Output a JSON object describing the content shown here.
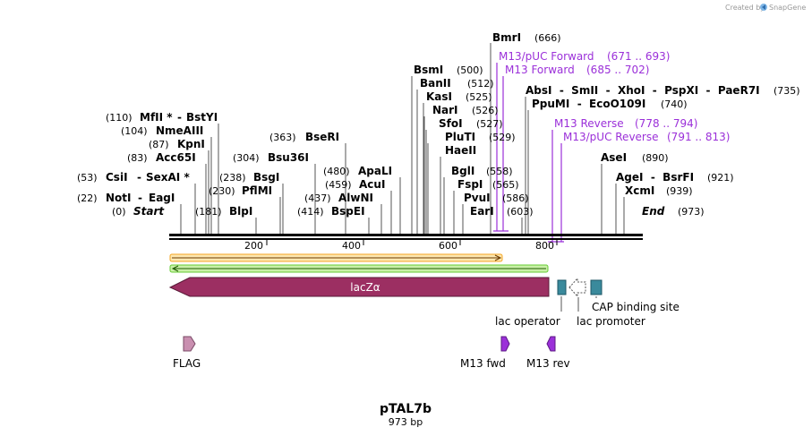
{
  "credit": "Created by",
  "brand": "SnapGene",
  "title": "pTAL7b",
  "length_label": "973 bp",
  "scale_ticks": [
    "200",
    "400",
    "600",
    "800"
  ],
  "start_label": {
    "num": "(0)",
    "name": "Start"
  },
  "end_label": {
    "name": "End",
    "num": "(973)"
  },
  "sites_left": [
    {
      "num": "(110)",
      "name": "MfII *",
      "sep": "-",
      "name2": "BstYI"
    },
    {
      "num": "(104)",
      "name": "NmeAIII"
    },
    {
      "num": "(87)",
      "name": "KpnI"
    },
    {
      "num": "(83)",
      "name": "Acc65I"
    },
    {
      "num": "(53)",
      "name": "CsiI",
      "sep": "-",
      "name2": "SexAI *"
    },
    {
      "num": "(22)",
      "name": "NotI",
      "sep": "-",
      "name2": "EagI"
    }
  ],
  "sites_mid": [
    {
      "num": "(363)",
      "name": "BseRI"
    },
    {
      "num": "(304)",
      "name": "Bsu36I"
    },
    {
      "num": "(238)",
      "name": "BsgI"
    },
    {
      "num": "(230)",
      "name": "PflMI"
    },
    {
      "num": "(181)",
      "name": "BlpI"
    },
    {
      "num": "(480)",
      "name": "ApaLI"
    },
    {
      "num": "(459)",
      "name": "AcuI"
    },
    {
      "num": "(437)",
      "name": "AlwNI"
    },
    {
      "num": "(414)",
      "name": "BspEI"
    }
  ],
  "sites_top": [
    {
      "name": "BmrI",
      "num": "(666)"
    },
    {
      "name": "BsmI",
      "num": "(500)"
    },
    {
      "name": "BanII",
      "num": "(512)"
    },
    {
      "name": "KasI",
      "num": "(525)"
    },
    {
      "name": "NarI",
      "num": "(526)"
    },
    {
      "name": "SfoI",
      "num": "(527)"
    },
    {
      "name": "PluTI",
      "num": "(529)"
    },
    {
      "name": "HaeII",
      "num": ""
    },
    {
      "name": "BglI",
      "num": "(558)"
    },
    {
      "name": "FspI",
      "num": "(565)"
    },
    {
      "name": "PvuI",
      "num": "(586)"
    },
    {
      "name": "EarI",
      "num": "(603)"
    }
  ],
  "sites_right": [
    {
      "text": "AbsI  -  SmII  -  XhoI  -  PspXI  -  PaeR7I",
      "num": "(735)"
    },
    {
      "text": "PpuMI  -  EcoO109I",
      "num": "(740)"
    },
    {
      "text": "AseI",
      "num": "(890)"
    },
    {
      "text": "AgeI  -  BsrFI",
      "num": "(921)"
    },
    {
      "text": "XcmI",
      "num": "(939)"
    }
  ],
  "primers": [
    {
      "name": "M13/pUC Forward",
      "range": "(671 .. 693)"
    },
    {
      "name": "M13 Forward",
      "range": "(685 .. 702)"
    },
    {
      "name": "M13 Reverse",
      "range": "(778 .. 794)"
    },
    {
      "name": "M13/pUC Reverse",
      "range": "(791 .. 813)"
    }
  ],
  "features": {
    "lacz": "lacZα",
    "lac_operator": "lac operator",
    "lac_promoter": "lac promoter",
    "cap_site": "CAP binding site",
    "flag": "FLAG",
    "m13_fwd": "M13 fwd",
    "m13_rev": "M13 rev"
  },
  "colors": {
    "lacz": "#9c2f62",
    "orf_orange": "#f5a623",
    "orf_green": "#66cc33",
    "primer": "#9b30d9",
    "cap": "#3a8a9c",
    "flag": "#c98fb0"
  }
}
